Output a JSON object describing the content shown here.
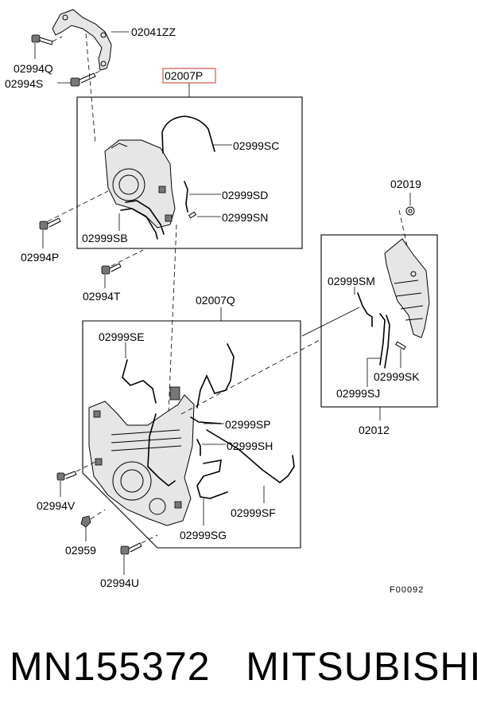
{
  "callouts": {
    "c_02041zz": "02041ZZ",
    "c_02994q": "02994Q",
    "c_02994s": "02994S",
    "c_02007p": "02007P",
    "c_02999sc": "02999SC",
    "c_02999sd": "02999SD",
    "c_02999sn": "02999SN",
    "c_02999sb": "02999SB",
    "c_02994p": "02994P",
    "c_02994t": "02994T",
    "c_02007q": "02007Q",
    "c_02999se": "02999SE",
    "c_02999sp": "02999SP",
    "c_02999sh": "02999SH",
    "c_02999sf": "02999SF",
    "c_02999sg": "02999SG",
    "c_02994v": "02994V",
    "c_02959": "02959",
    "c_02994u": "02994U",
    "c_02019": "02019",
    "c_02999sm": "02999SM",
    "c_02999sk": "02999SK",
    "c_02999sj": "02999SJ",
    "c_02012": "02012"
  },
  "figure_code": "F00092",
  "footer": {
    "part_number": "MN155372",
    "brand": "MITSUBISHI"
  },
  "highlight_color": "#d9534f"
}
